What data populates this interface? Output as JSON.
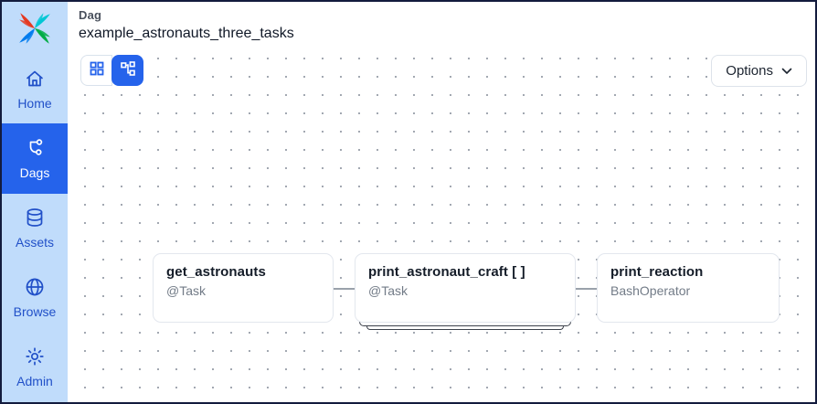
{
  "app": {
    "name": "Airflow",
    "logo": "airflow-pinwheel",
    "logo_colors": {
      "red": "#E43921",
      "cyan": "#00C7D4",
      "green": "#00AD46",
      "blue": "#017CEE"
    }
  },
  "colors": {
    "accent_blue": "#2563eb",
    "sidebar_bg": "#c0dcfb",
    "sidebar_text": "#2150c8",
    "outer_border": "#131b3d",
    "node_border": "#e3e7ee",
    "subtitle_gray": "#727b87",
    "dot_grid": "#9aa1ab"
  },
  "sidebar": {
    "items": [
      {
        "label": "Home",
        "icon": "home-icon",
        "selected": false
      },
      {
        "label": "Dags",
        "icon": "dag-icon",
        "selected": true
      },
      {
        "label": "Assets",
        "icon": "database-icon",
        "selected": false
      },
      {
        "label": "Browse",
        "icon": "globe-icon",
        "selected": false
      },
      {
        "label": "Admin",
        "icon": "gear-icon",
        "selected": false
      }
    ]
  },
  "header": {
    "eyebrow": "Dag",
    "title": "example_astronauts_three_tasks"
  },
  "toolbar": {
    "view_toggle": [
      {
        "name": "grid-view",
        "selected": false
      },
      {
        "name": "graph-view",
        "selected": true
      }
    ],
    "options_label": "Options"
  },
  "graph": {
    "nodes": [
      {
        "title": "get_astronauts",
        "subtitle": "@Task",
        "mapped": false
      },
      {
        "title": "print_astronaut_craft [ ]",
        "subtitle": "@Task",
        "mapped": true
      },
      {
        "title": "print_reaction",
        "subtitle": "BashOperator",
        "mapped": false
      }
    ],
    "edges": [
      {
        "from": "get_astronauts",
        "to": "print_astronaut_craft"
      },
      {
        "from": "print_astronaut_craft",
        "to": "print_reaction"
      }
    ]
  }
}
